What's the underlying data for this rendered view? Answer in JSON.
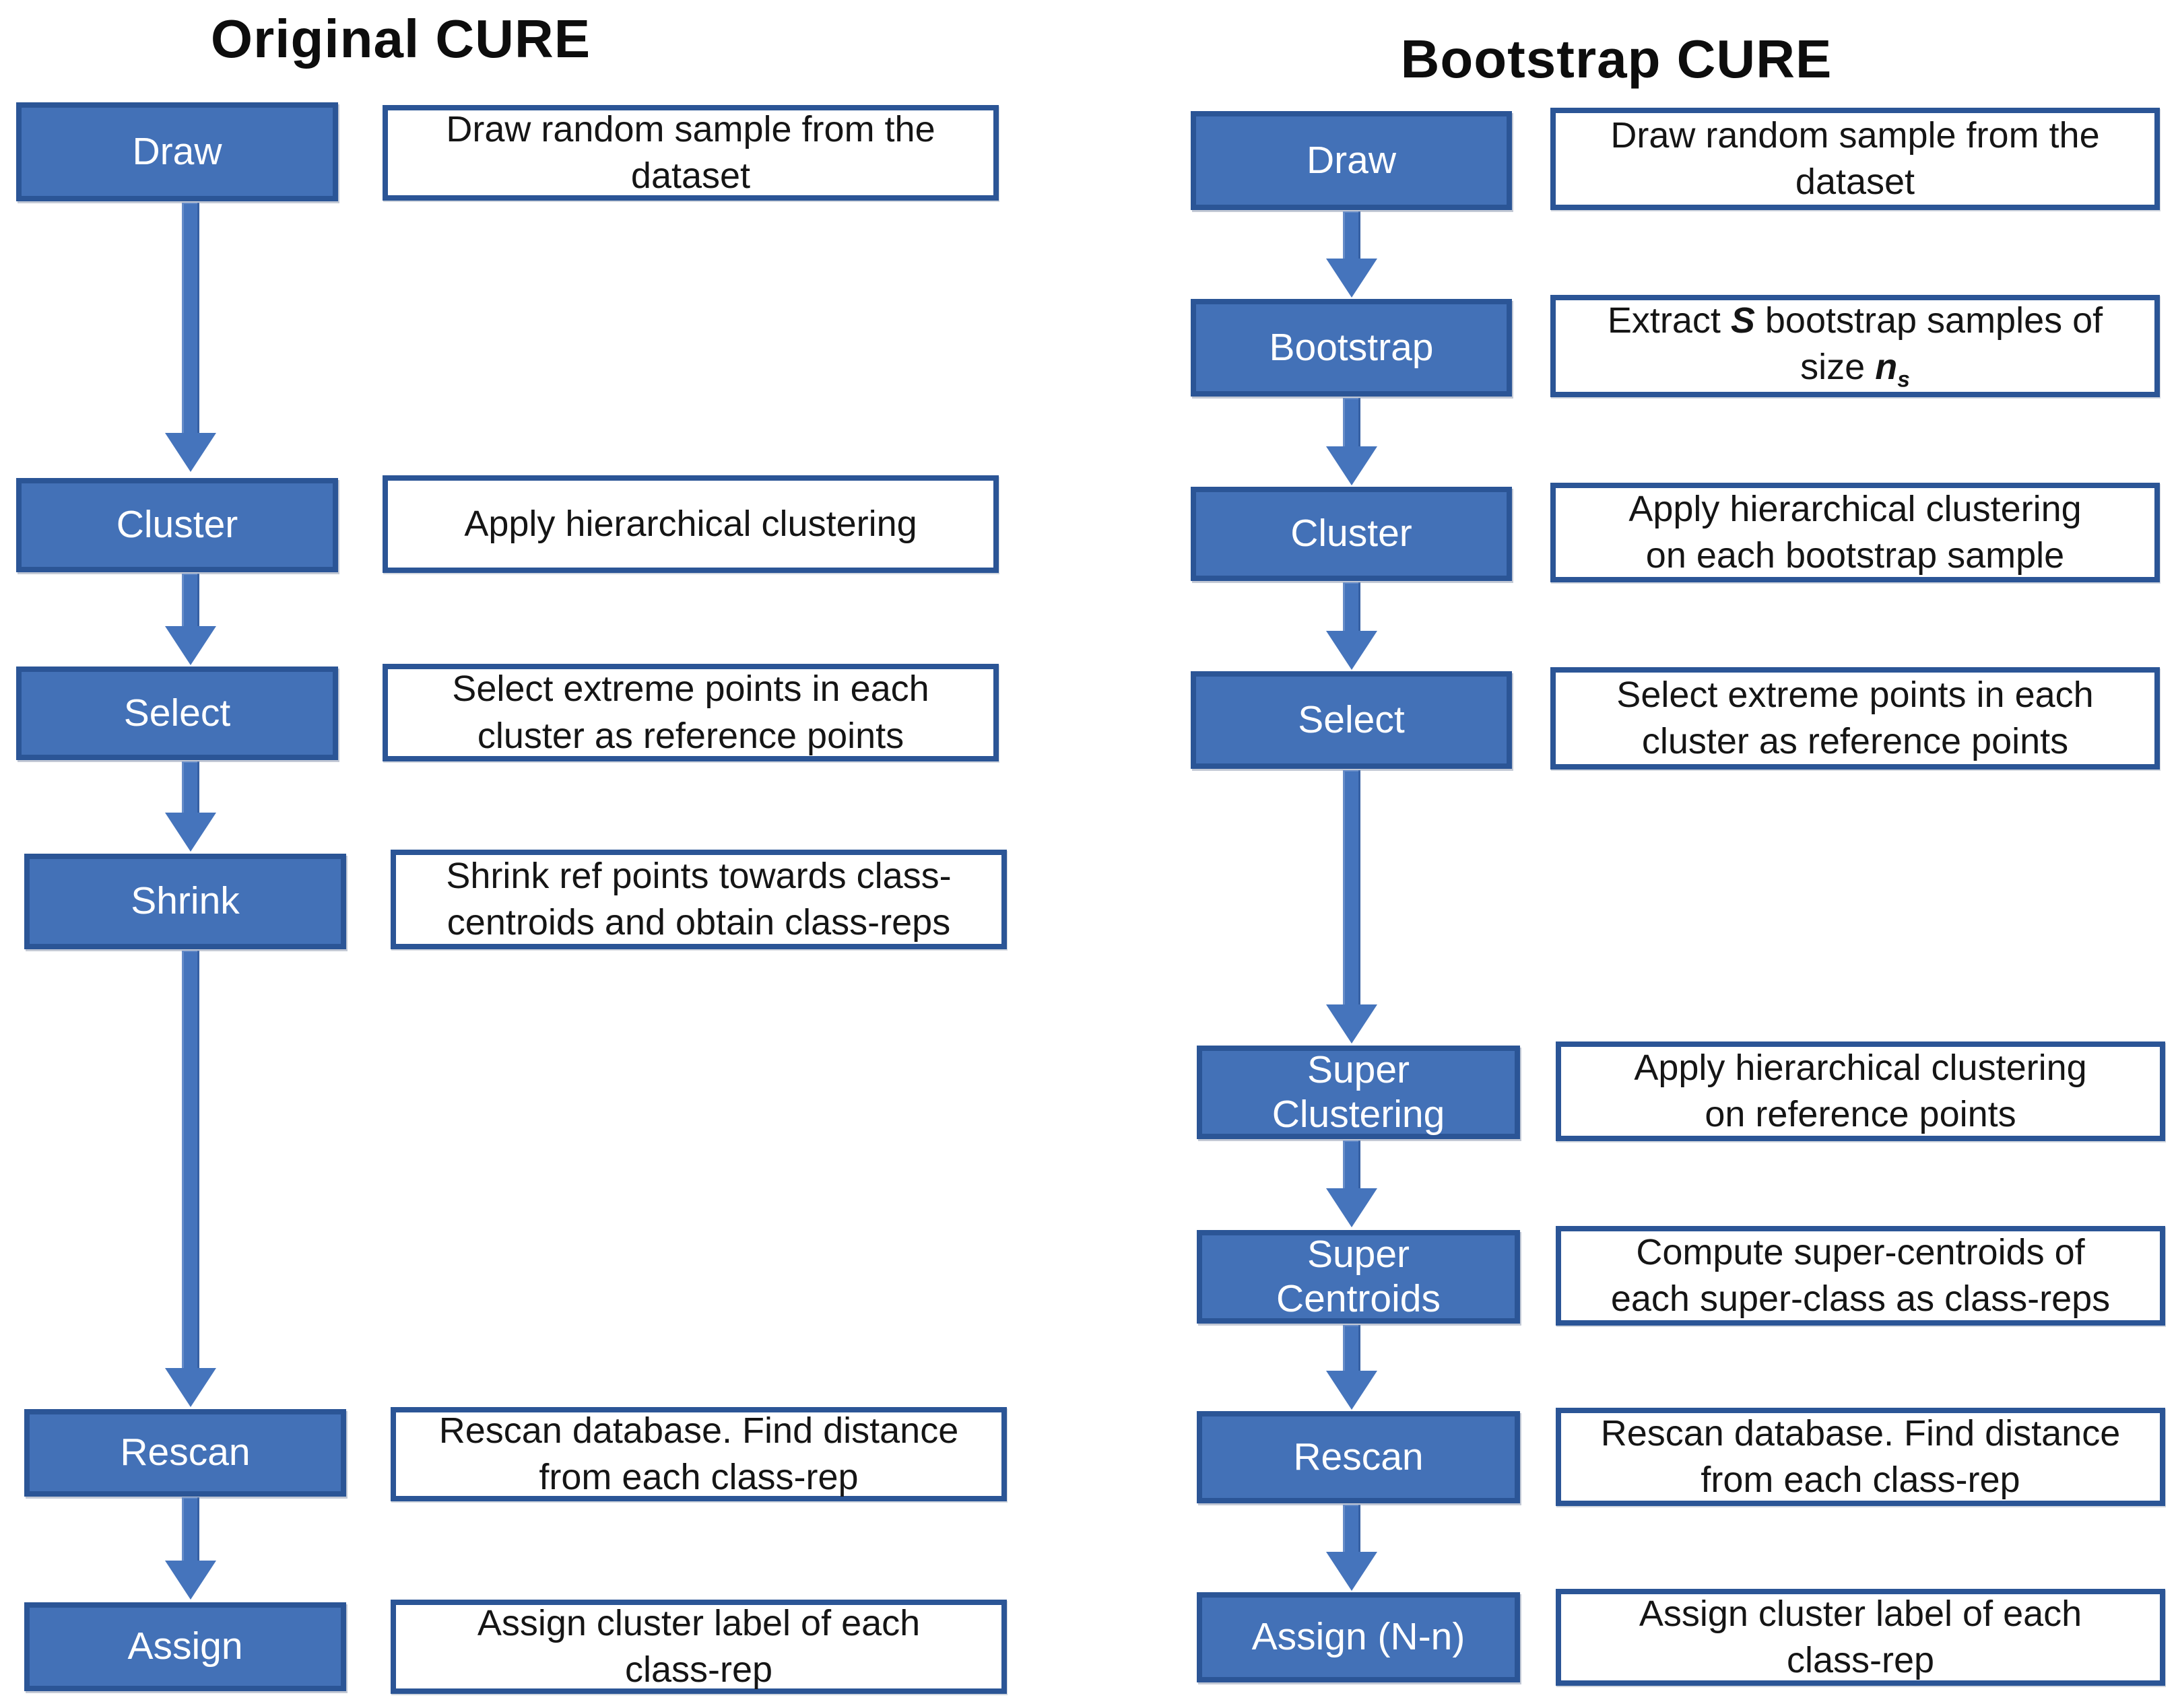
{
  "colors": {
    "bg": "#ffffff",
    "box_fill": "#4371b7",
    "box_border": "#2b5596",
    "desc_border": "#2b5596",
    "arrow_fill": "#4574bc",
    "title_text": "#0d0d0d",
    "desc_text": "#151515",
    "label_text": "#ffffff"
  },
  "columns": [
    {
      "title": "Original CURE",
      "steps": [
        {
          "label": "Draw",
          "desc": "Draw random sample from the\ndataset"
        },
        {
          "label": "Cluster",
          "desc": "Apply hierarchical clustering"
        },
        {
          "label": "Select",
          "desc": "Select extreme points in each\ncluster as reference points"
        },
        {
          "label": "Shrink",
          "desc": "Shrink ref points towards class-\ncentroids and obtain class-reps"
        },
        {
          "label": "Rescan",
          "desc": "Rescan database. Find distance\nfrom each class-rep"
        },
        {
          "label": "Assign",
          "desc": "Assign cluster label of each\nclass-rep"
        }
      ]
    },
    {
      "title": "Bootstrap CURE",
      "steps": [
        {
          "label": "Draw",
          "desc": "Draw random sample from the\ndataset"
        },
        {
          "label": "Bootstrap",
          "desc_parts": [
            {
              "t": "Extract "
            },
            {
              "t": "S",
              "style": "bi"
            },
            {
              "t": " bootstrap samples of\nsize "
            },
            {
              "t": "n",
              "style": "bi"
            },
            {
              "t": "s",
              "style": "bi sub"
            }
          ]
        },
        {
          "label": "Cluster",
          "desc": "Apply hierarchical clustering\non each bootstrap sample"
        },
        {
          "label": "Select",
          "desc": "Select extreme points in each\ncluster as reference points"
        },
        {
          "label": "Super\nClustering",
          "desc": "Apply hierarchical clustering\non reference points"
        },
        {
          "label": "Super\nCentroids",
          "desc": "Compute super-centroids of\neach super-class as class-reps"
        },
        {
          "label": "Rescan",
          "desc": "Rescan database. Find distance\nfrom each class-rep"
        },
        {
          "label": "Assign (N-n)",
          "desc": "Assign  cluster label of each\nclass-rep"
        }
      ]
    }
  ]
}
